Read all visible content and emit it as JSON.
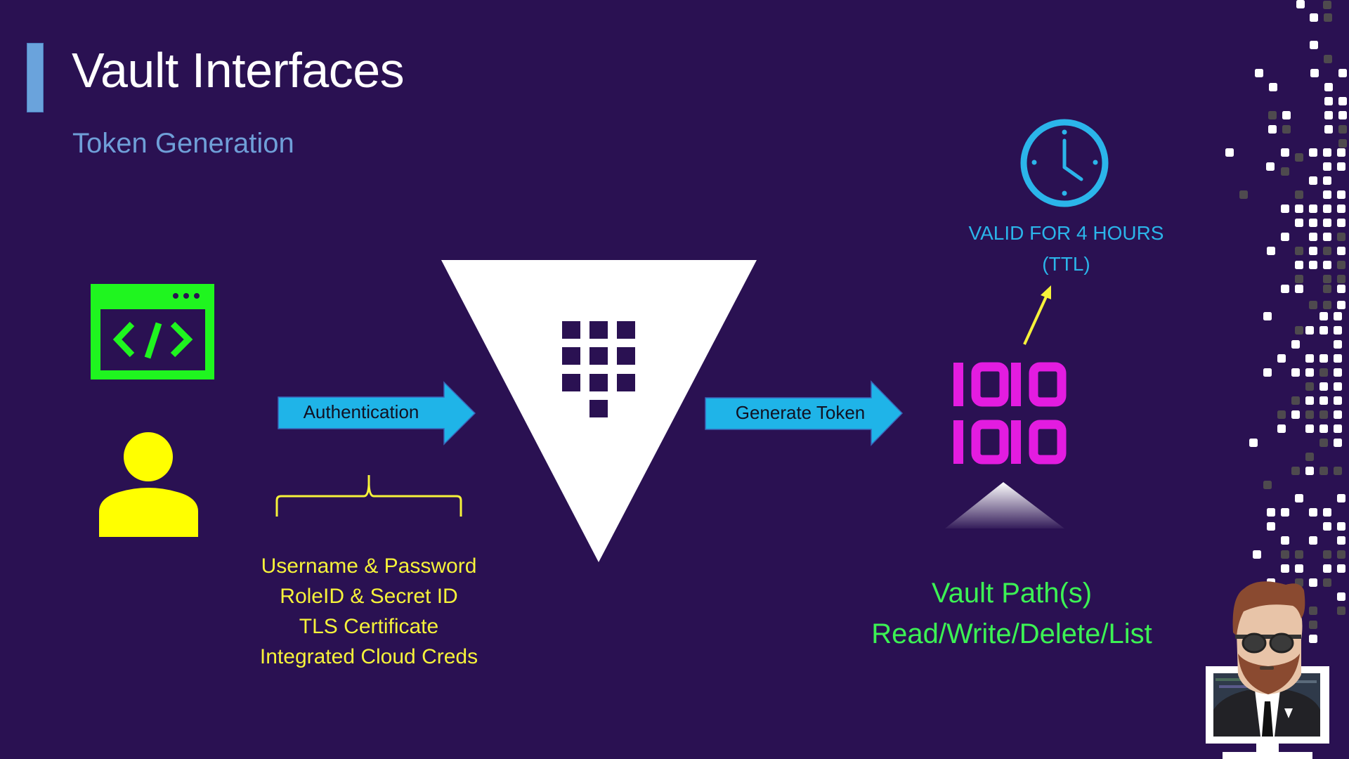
{
  "slide": {
    "title": "Vault Interfaces",
    "subtitle": "Token Generation"
  },
  "colors": {
    "background": "#2a1152",
    "accent_bar": "#6aa3dc",
    "arrow_fill": "#1fb4e8",
    "credentials_text": "#f6f23a",
    "code_window": "#1ff51f",
    "user_icon": "#ffff00",
    "ttl_text": "#2bb5ea",
    "binary_token": "#e31ce0",
    "path_text": "#3cf254"
  },
  "client": {
    "code_icon": "code-window-icon",
    "user_icon": "user-icon"
  },
  "flow": {
    "auth_arrow_label": "Authentication",
    "generate_arrow_label": "Generate Token"
  },
  "credentials": {
    "items": [
      "Username & Password",
      "RoleID & Secret ID",
      "TLS Certificate",
      "Integrated Cloud Creds"
    ]
  },
  "vault": {
    "logo": "vault-triangle-logo"
  },
  "token": {
    "binary_rows": [
      "1010",
      "1010"
    ],
    "ttl_line1": "VALID FOR 4 HOURS",
    "ttl_line2": "(TTL)",
    "ttl_hours": 4
  },
  "paths": {
    "line1": "Vault Path(s)",
    "line2": "Read/Write/Delete/List"
  }
}
